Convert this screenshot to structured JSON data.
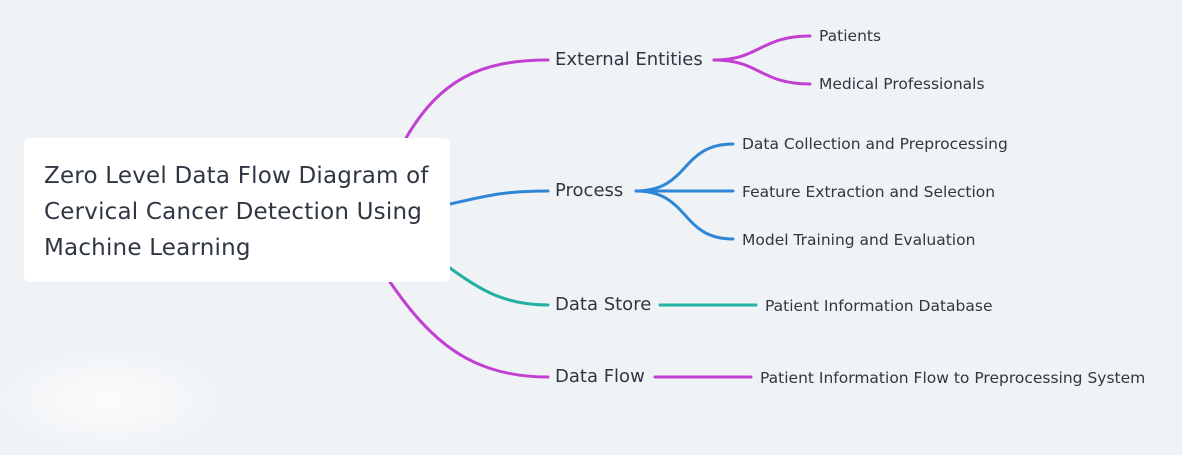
{
  "root": {
    "title_lines": [
      "Zero Level Data Flow Diagram of",
      "Cervical Cancer Detection Using",
      "Machine Learning"
    ]
  },
  "colors": {
    "background": "#f0f3f6",
    "card": "#ffffff",
    "text": "#2f3742",
    "magenta": "#c13fd2",
    "blue": "#2f86d6",
    "teal": "#22b0a3"
  },
  "branches": [
    {
      "label": "External Entities",
      "color": "magenta",
      "children": [
        "Patients",
        "Medical Professionals"
      ]
    },
    {
      "label": "Process",
      "color": "blue",
      "children": [
        "Data Collection and Preprocessing",
        "Feature Extraction and Selection",
        "Model Training and Evaluation"
      ]
    },
    {
      "label": "Data Store",
      "color": "teal",
      "children": [
        "Patient Information Database"
      ]
    },
    {
      "label": "Data Flow",
      "color": "magenta",
      "children": [
        "Patient Information Flow to Preprocessing System"
      ]
    }
  ]
}
